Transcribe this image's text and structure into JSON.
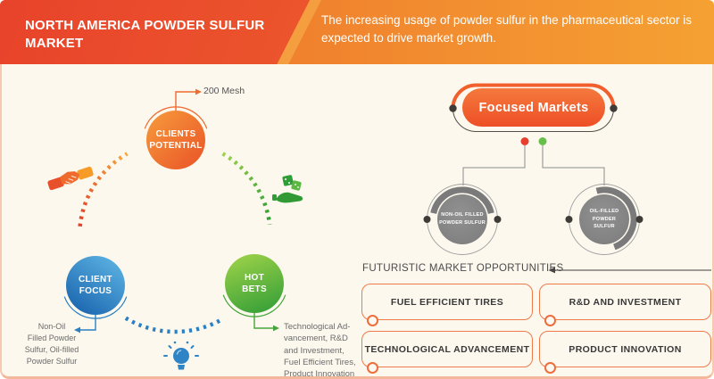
{
  "palette": {
    "header_left": "#e8432b",
    "header_right": "#f5a133",
    "accent_orange": "#ee5a28",
    "accent_blue": "#2b7fc3",
    "accent_green": "#3fa33a",
    "node_gray": "#848484",
    "red_dot": "#e63f2d",
    "green_dot": "#66bf49",
    "background": "#fcf8ee"
  },
  "header": {
    "title": "NORTH AMERICA POWDER SULFUR MARKET",
    "subtitle": "The increasing usage of powder sulfur in the pharmaceutical sector is expected to drive market growth."
  },
  "cycle": {
    "nodes": [
      {
        "label": "CLIENTS\nPOTENTIAL"
      },
      {
        "label": "CLIENT\nFOCUS"
      },
      {
        "label": "HOT\nBETS"
      }
    ],
    "callout_top": "200 Mesh",
    "callout_left": "Non-Oil\nFilled Powder\nSulfur, Oil-filled\nPowder Sulfur",
    "callout_right": "Technological Ad-\nvancement, R&D\nand Investment,\nFuel Efficient Tires,\nProduct Innovation"
  },
  "focused_markets": {
    "title": "Focused Markets",
    "segments": [
      {
        "label": "NON-OIL FILLED\nPOWDER SULFUR"
      },
      {
        "label": "OIL-FILLED\nPOWDER\nSULFUR"
      }
    ]
  },
  "opportunities": {
    "heading": "FUTURISTIC MARKET OPPORTUNITIES",
    "items": [
      "FUEL EFFICIENT TIRES",
      "R&D AND INVESTMENT",
      "TECHNOLOGICAL ADVANCEMENT",
      "PRODUCT INNOVATION"
    ]
  }
}
